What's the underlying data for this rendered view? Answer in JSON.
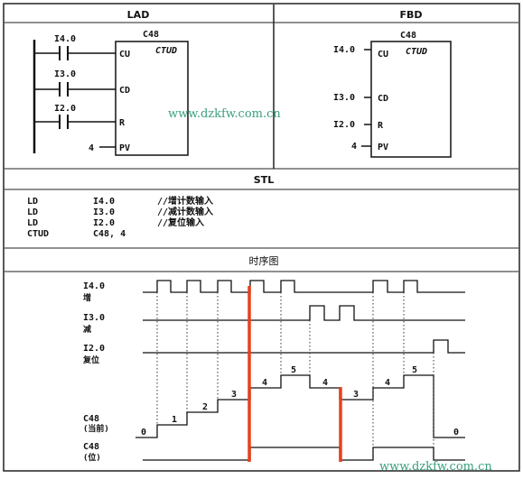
{
  "headers": {
    "lad": "LAD",
    "fbd": "FBD",
    "stl": "STL",
    "timing": "时序图"
  },
  "lad": {
    "block_name": "C48",
    "block_type": "CTUD",
    "pins": [
      "CU",
      "CD",
      "R",
      "PV"
    ],
    "contacts": [
      "I4.0",
      "I3.0",
      "I2.0"
    ],
    "pv_value": "4"
  },
  "fbd": {
    "block_name": "C48",
    "block_type": "CTUD",
    "pins": [
      "CU",
      "CD",
      "R",
      "PV"
    ],
    "inputs": [
      "I4.0",
      "I3.0",
      "I2.0",
      "4"
    ]
  },
  "stl": {
    "lines": [
      {
        "op": "LD",
        "arg": "I4.0",
        "comment": "//增计数输入"
      },
      {
        "op": "LD",
        "arg": "I3.0",
        "comment": "//减计数输入"
      },
      {
        "op": "LD",
        "arg": "I2.0",
        "comment": "//复位输入"
      },
      {
        "op": "CTUD",
        "arg": "C48, 4",
        "comment": ""
      }
    ]
  },
  "timing": {
    "signals": [
      {
        "name": "I4.0",
        "desc": "增"
      },
      {
        "name": "I3.0",
        "desc": "减"
      },
      {
        "name": "I2.0",
        "desc": "复位"
      },
      {
        "name": "C48",
        "desc": "(当前)"
      },
      {
        "name": "C48",
        "desc": "(位)"
      }
    ],
    "count_values": [
      "0",
      "1",
      "2",
      "3",
      "4",
      "5",
      "4",
      "3",
      "4",
      "5",
      "0"
    ]
  },
  "watermark": "www.dzkfw.com.cn",
  "colors": {
    "accent": "#e8401c",
    "watermark": "#3aa07a",
    "line": "#111111"
  }
}
